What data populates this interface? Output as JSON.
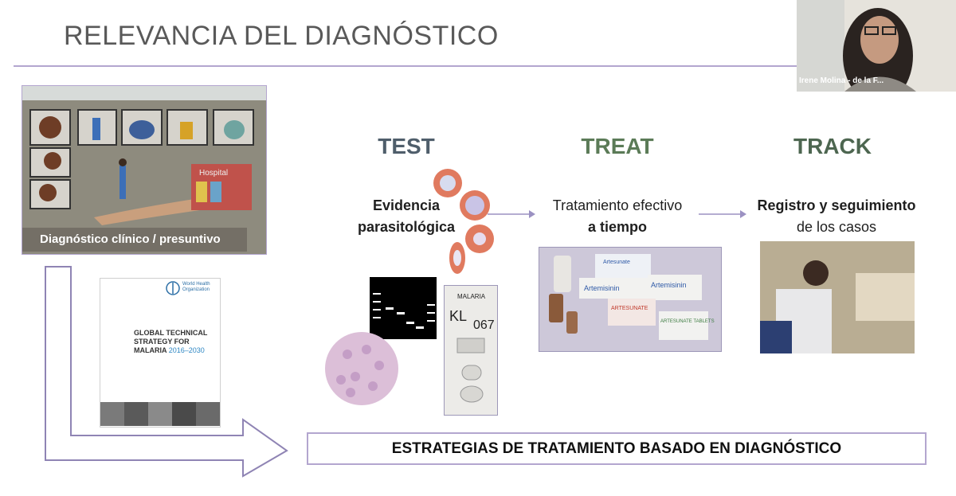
{
  "slide": {
    "title": "RELEVANCIA DEL DIAGNÓSTICO",
    "mural_caption": "Diagnóstico clínico / presuntivo",
    "who_cover": {
      "org": "World Health Organization",
      "title_lines": [
        "GLOBAL TECHNICAL",
        "STRATEGY FOR",
        "MALARIA"
      ],
      "years": "2016–2030"
    },
    "columns": {
      "test": {
        "heading": "TEST",
        "line1": "Evidencia",
        "line2": "parasitológica"
      },
      "treat": {
        "heading": "TREAT",
        "line1": "Tratamiento efectivo",
        "line2": "a tiempo"
      },
      "track": {
        "heading": "TRACK",
        "line1": "Registro y seguimiento",
        "line2": "de los casos"
      }
    },
    "banner": "ESTRATEGIAS DE TRATAMIENTO BASADO EN DIAGNÓSTICO",
    "mural_words": {
      "hospital": "Hospital"
    },
    "drug_labels": [
      "Artesunate",
      "Artemisinin",
      "Artemisinin",
      "ARTESUNATE",
      "ARTESUNATE TABLETS"
    ],
    "rdt_label": "MALARIA"
  },
  "video": {
    "participant_name": "Irene Molina - de la F..."
  },
  "colors": {
    "accent": "#b3a6cf",
    "test": "#4f5e6b",
    "treat": "#5b7b57",
    "track": "#4d6650"
  }
}
